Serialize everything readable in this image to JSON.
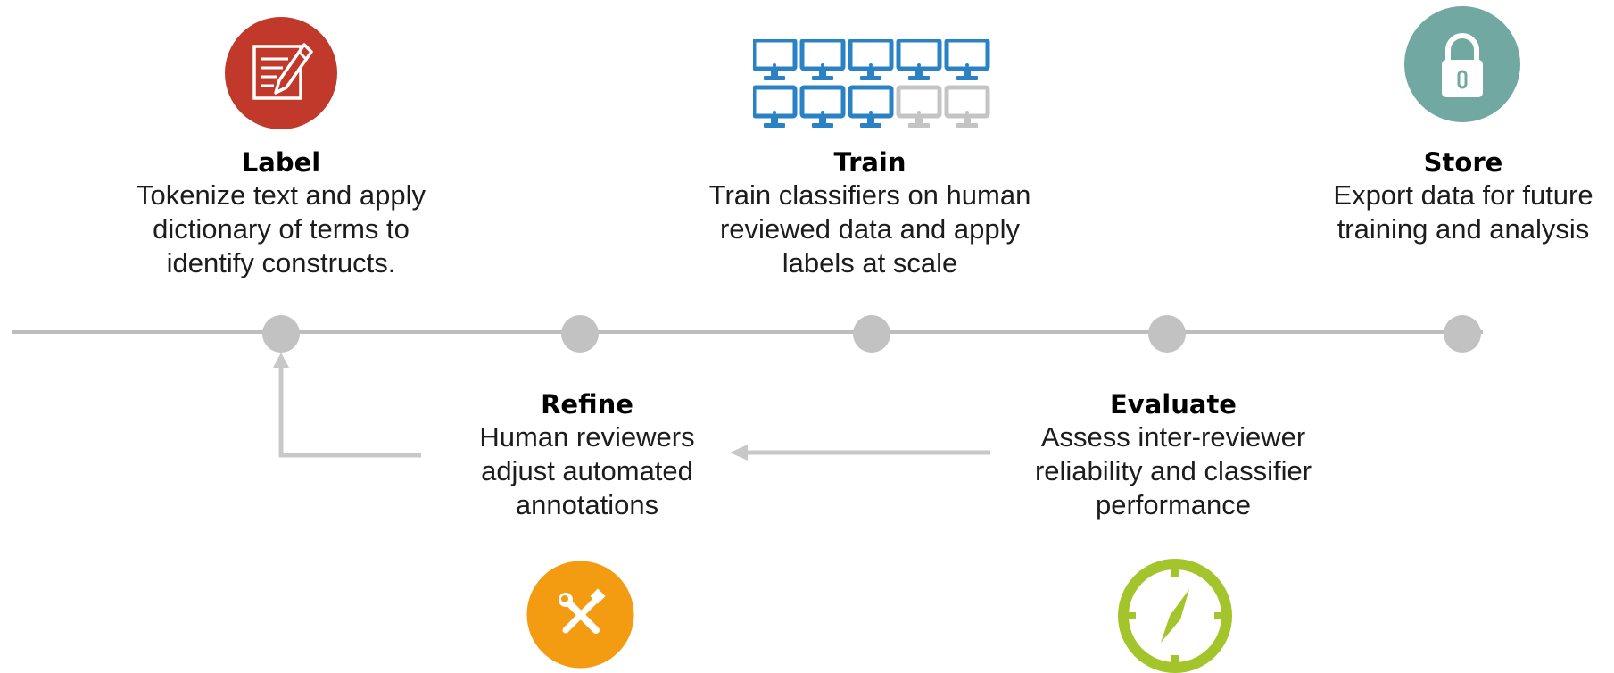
{
  "steps": {
    "label": {
      "title": "Label",
      "description": "Tokenize text and apply\ndictionary of terms to\nidentify constructs.",
      "icon": "edit-document-icon",
      "color": "#c0392b"
    },
    "train": {
      "title": "Train",
      "description": "Train classifiers on human\nreviewed data and apply\nlabels at scale",
      "icon": "computer-grid-icon",
      "color": "#2a82c4"
    },
    "store": {
      "title": "Store",
      "description": "Export data for future\ntraining and analysis",
      "icon": "lock-icon",
      "color": "#72a8a2"
    },
    "refine": {
      "title": "Refine",
      "description": "Human reviewers\nadjust automated\nannotations",
      "icon": "tools-icon",
      "color": "#f39c12"
    },
    "evaluate": {
      "title": "Evaluate",
      "description": "Assess inter-reviewer\nreliability and classifier\nperformance",
      "icon": "compass-icon",
      "color": "#a3c42a"
    }
  },
  "train_computers": {
    "total": 10,
    "active": 8,
    "active_color": "#2a82c4",
    "inactive_color": "#c4c4c4"
  },
  "colors": {
    "timeline": "#bdbdbd",
    "node": "#c2c2c2",
    "arrow": "#c8c8c8"
  }
}
